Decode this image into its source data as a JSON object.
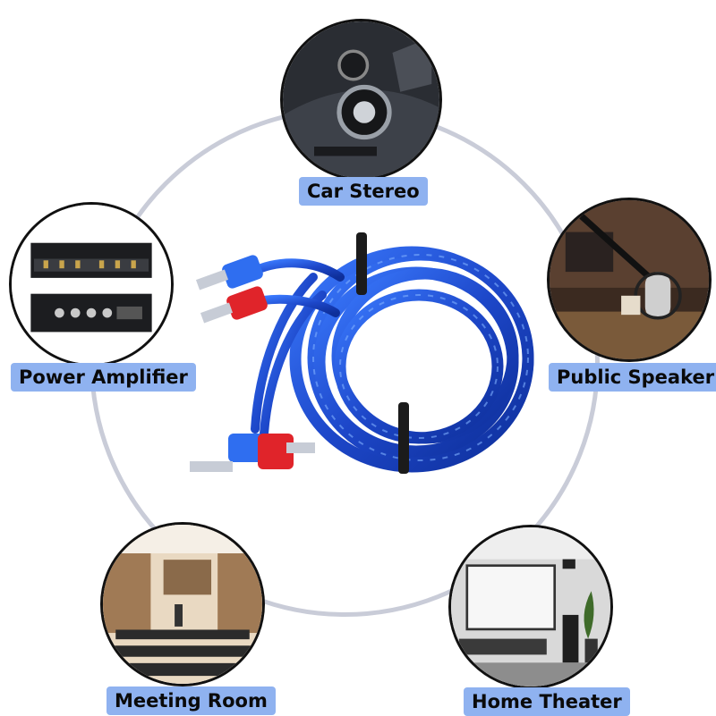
{
  "applications": [
    {
      "id": "car",
      "label": "Car Stereo",
      "icon": "car-stereo-image"
    },
    {
      "id": "amp",
      "label": "Power Amplifier",
      "icon": "power-amplifier-image"
    },
    {
      "id": "spk",
      "label": "Public Speaker",
      "icon": "microphone-image"
    },
    {
      "id": "meet",
      "label": "Meeting Room",
      "icon": "meeting-room-image"
    },
    {
      "id": "home",
      "label": "Home Theater",
      "icon": "home-theater-image"
    }
  ],
  "colors": {
    "ring": "#c9ccd8",
    "label_bg": "#8fb2f0",
    "cable_blue": "#1f4fd6",
    "connector_red": "#e0242a",
    "connector_blue": "#2f6ef0"
  }
}
